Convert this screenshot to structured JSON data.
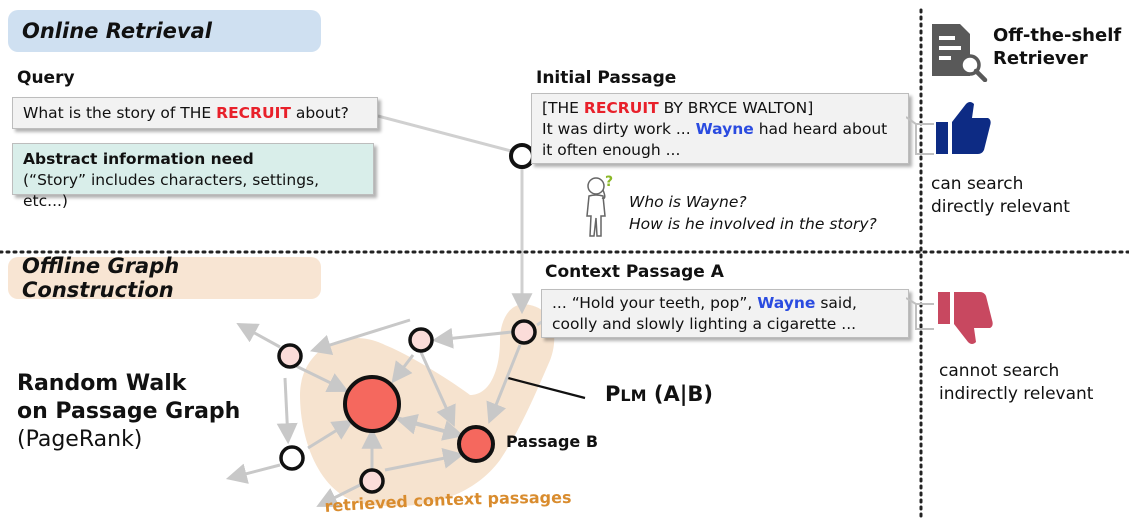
{
  "online": {
    "banner": "Online Retrieval",
    "query_title": "Query",
    "query_pre": "What is the story of THE ",
    "query_highlight": "RECRUIT",
    "query_post": " about?",
    "need_title": "Abstract information need",
    "need_text": "(“Story” includes characters, settings, etc...)",
    "initial_title": "Initial Passage",
    "initial_line1_pre": "[THE ",
    "initial_line1_highlight": "RECRUIT",
    "initial_line1_post": " BY BRYCE WALTON]",
    "initial_line2_pre": "It was dirty work ... ",
    "initial_line2_highlight": "Wayne",
    "initial_line2_post": " had heard about",
    "initial_line3": "it often enough ...",
    "thought_line1": "Who is Wayne?",
    "thought_line2": "How is he involved in the story?"
  },
  "offline": {
    "banner": "Offline Graph Construction",
    "context_title": "Context Passage A",
    "context_line1_pre": "... “Hold your teeth, pop”, ",
    "context_line1_highlight": "Wayne",
    "context_line1_post": " said,",
    "context_line2": "coolly and slowly lighting a cigarette ...",
    "walk_line1": "Random Walk",
    "walk_line2": "on Passage Graph",
    "walk_line3": "(PageRank)",
    "plm_main": "P",
    "plm_sub": "LM",
    "plm_rest": " (A|B)",
    "passage_b": "Passage B",
    "retrieved_label": "retrieved context passages"
  },
  "retriever": {
    "title_line1": "Off-the-shelf",
    "title_line2": "Retriever",
    "icon": "document-search-icon",
    "pos_icon": "thumbs-up-icon",
    "neg_icon": "thumbs-down-icon",
    "pos_line1": "can search",
    "pos_line2": "directly relevant",
    "neg_line1": "cannot search",
    "neg_line2": "indirectly relevant"
  },
  "colors": {
    "online_banner": "#cfe0f1",
    "offline_banner": "#f8e5d3",
    "need_box": "#d9eeea",
    "highlight_red": "#e8202a",
    "highlight_blue": "#2a4be0",
    "thumb_up": "#0d2b84",
    "thumb_down": "#c84860",
    "node_large": "#f5685e",
    "node_small": "#fbdcd9",
    "halo": "#f6e3cf",
    "retrieved_label": "#d98c2e"
  }
}
